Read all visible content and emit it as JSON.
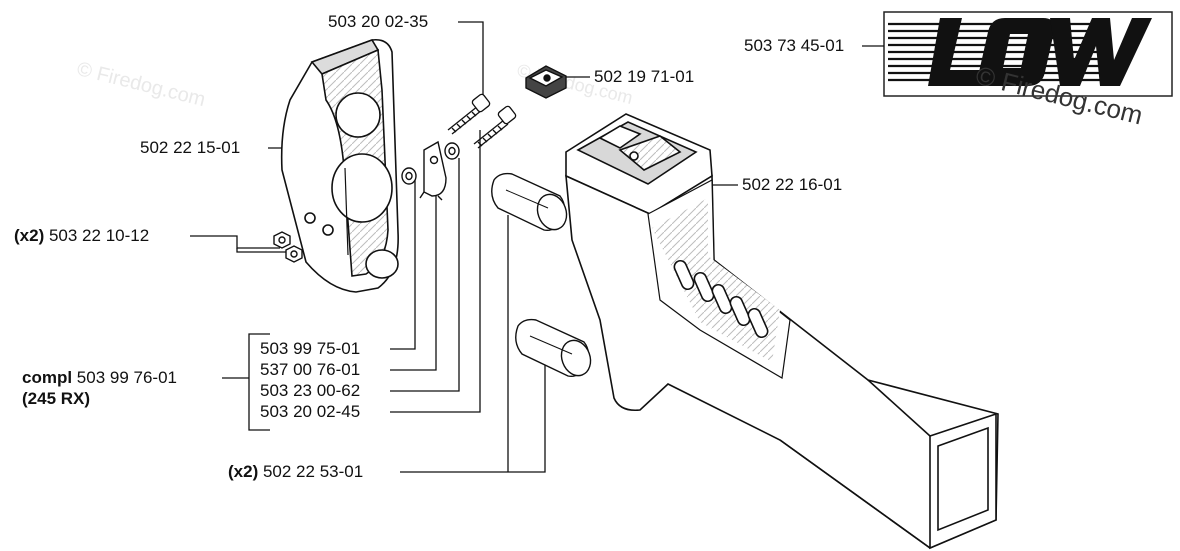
{
  "watermarks": [
    "© Firedog.com",
    "© Firedog.com",
    "© Firedog.com"
  ],
  "logo": {
    "text": "LOW"
  },
  "labels": {
    "screw_top": "503 20 02-35",
    "clip_nut": "502 19 71-01",
    "decal": "503 73 45-01",
    "cover": "502 22 15-01",
    "handle": "502 22 16-01",
    "nut_qty": "(x2)",
    "nut": "503 22 10-12",
    "kit_1": "503 99 75-01",
    "kit_2": "537 00 76-01",
    "kit_3": "503 23 00-62",
    "kit_4": "503 20 02-45",
    "compl_word": "compl",
    "compl_number": "503 99 76-01",
    "compl_model": "(245 RX)",
    "damper_qty": "(x2)",
    "damper": "502 22 53-01"
  }
}
